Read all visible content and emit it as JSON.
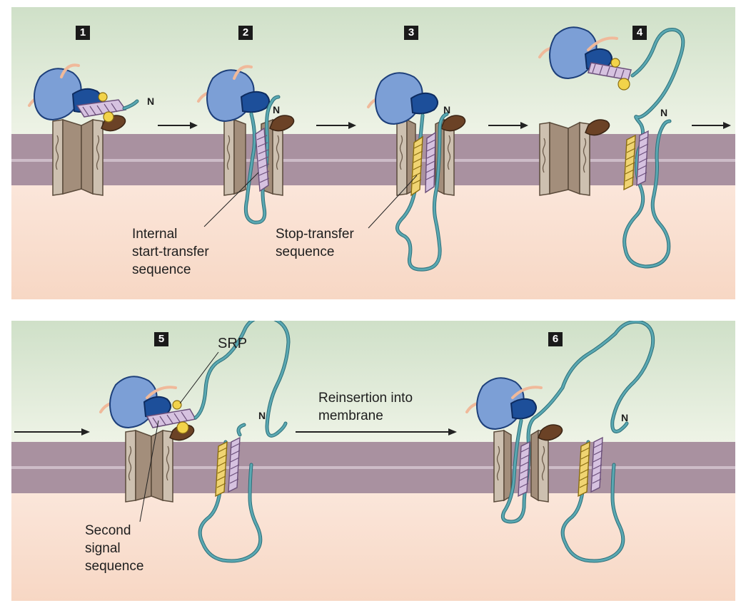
{
  "steps": [
    "1",
    "2",
    "3",
    "4",
    "5",
    "6"
  ],
  "terminus_label": "N",
  "labels": {
    "internal_start_transfer": [
      "Internal",
      "start-transfer",
      "sequence"
    ],
    "stop_transfer": [
      "Stop-transfer",
      "sequence"
    ],
    "srp": "SRP",
    "reinsertion": [
      "Reinsertion into",
      "membrane"
    ],
    "second_signal": [
      "Second",
      "signal",
      "sequence"
    ]
  },
  "colors": {
    "cytosol_top": "#cfe0c8",
    "cytosol_bottom": "#eef3e6",
    "membrane": "#a991a0",
    "membrane_line": "#cdbcc8",
    "lumen": "#f8dccb",
    "ribosome_large": "#7c9fd6",
    "ribosome_small": "#1d4f9a",
    "polypeptide": "#5aa8b2",
    "start_transfer_helix": "#d6c2e0",
    "stop_transfer_helix": "#f0d472",
    "translocon": "#a38e7b",
    "srp_receptor": "#6b4226",
    "srp": "#f2d34a",
    "mrna": "#f0b99a"
  }
}
